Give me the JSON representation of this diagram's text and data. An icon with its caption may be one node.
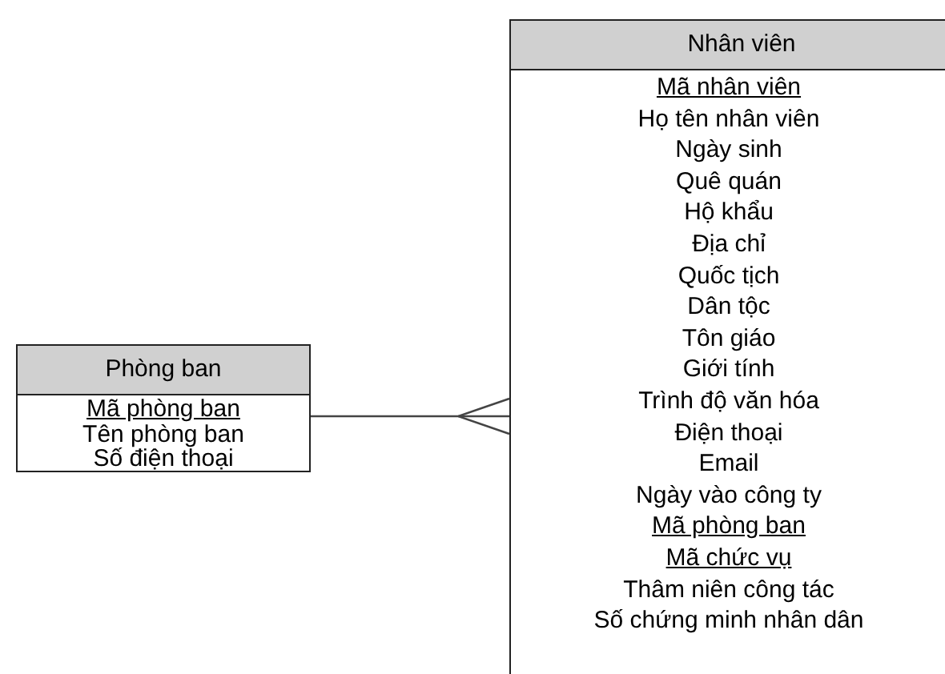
{
  "diagram": {
    "nodes": [
      {
        "text": [
          "Phòng ban",
          "Mã phòng ban",
          "Tên phòng ban",
          "Số điện thoại"
        ]
      },
      {
        "text": [
          "Nhân viên",
          "Mã nhân viên",
          "Họ tên nhân viên",
          "Ngày sinh",
          "Quê quán",
          "Hộ khẩu",
          "Địa chỉ",
          "Quốc tịch",
          "Dân tộc",
          "Tôn giáo",
          "Giới tính",
          "Trình độ văn hóa",
          "Điện thoại",
          "Email",
          "Ngày vào công ty",
          "Mã phòng ban",
          "Mã chức vụ",
          "Thâm niên công tác",
          "Số chứng minh nhân dân"
        ]
      }
    ],
    "edges": [
      {
        "from": 0,
        "to": 1,
        "arrow": "other"
      }
    ]
  }
}
